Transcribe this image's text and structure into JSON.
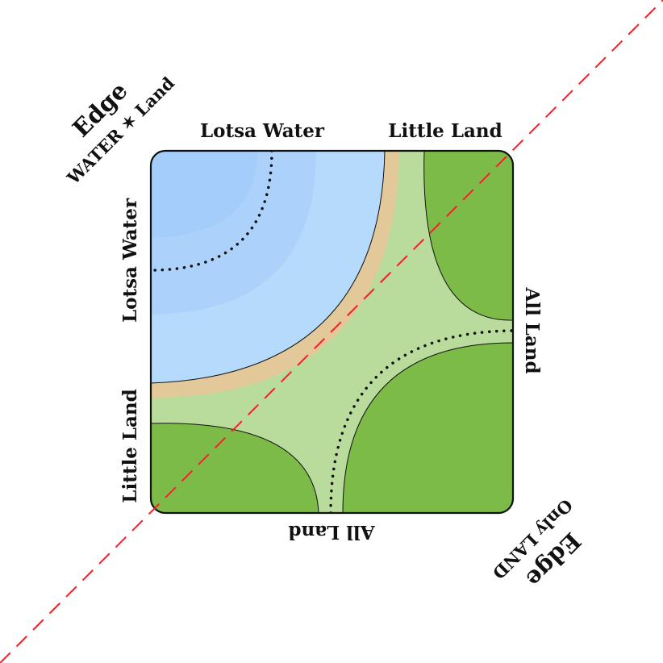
{
  "labels": {
    "top_left": "Lotsa Water",
    "top_right": "Little Land",
    "left_top": "Lotsa Water",
    "left_bottom": "Little Land",
    "right": "All Land",
    "bottom": "All Land"
  },
  "edge_labels": {
    "upper": {
      "title": "Edge",
      "subtitle": "WATER ✶ Land"
    },
    "lower": {
      "title": "Edge",
      "subtitle": "Only LAND"
    }
  },
  "colors": {
    "deep_water": "#a4cdfc",
    "mid_water": "#acd2fc",
    "shallow_water": "#b6dafc",
    "sand": "#e3c99a",
    "light_grass": "#b9dc9c",
    "grass": "#7dbb48",
    "outline": "#111111",
    "dotted_line": "#111111",
    "diagonal_line": "#e8262a"
  }
}
